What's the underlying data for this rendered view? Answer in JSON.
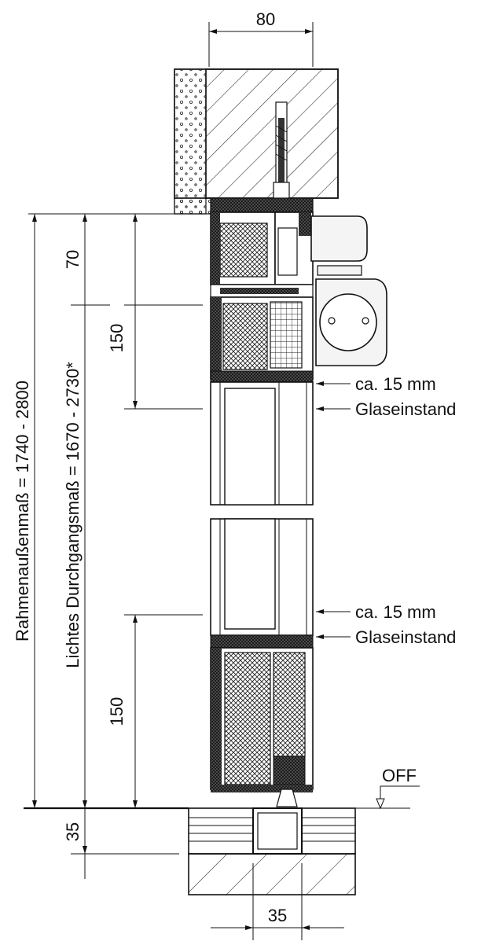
{
  "dimensions": {
    "top_width": "80",
    "top_section": "70",
    "upper_zone": "150",
    "lower_zone": "150",
    "floor_depth": "35",
    "bottom_width": "35",
    "rahmen": "Rahmenaußenmaß = 1740 - 2800",
    "lichtes": "Lichtes Durchgangsmaß = 1670 - 2730*"
  },
  "callouts": {
    "gap_upper": "ca. 15 mm",
    "glass_upper": "Glaseinstand",
    "gap_lower": "ca. 15 mm",
    "glass_lower": "Glaseinstand",
    "off": "OFF"
  },
  "colors": {
    "line": "#111111",
    "fill_dark": "#2a2a2a",
    "hatch": "#222222",
    "motor": "#f4f4f4"
  }
}
